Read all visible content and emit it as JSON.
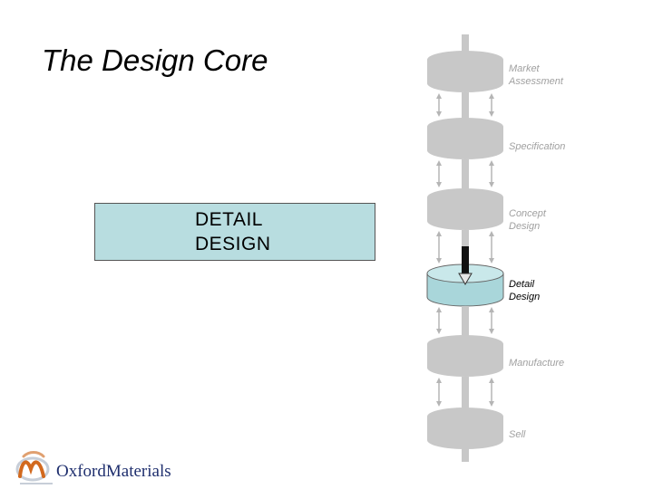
{
  "title": "The Design Core",
  "detail_box": {
    "line1": "DETAIL",
    "line2": "DESIGN"
  },
  "stages": [
    {
      "label1": "Market",
      "label2": "Assessment",
      "active": false
    },
    {
      "label1": "Specification",
      "label2": "",
      "active": false
    },
    {
      "label1": "Concept",
      "label2": "Design",
      "active": false
    },
    {
      "label1": "Detail",
      "label2": "Design",
      "active": true
    },
    {
      "label1": "Manufacture",
      "label2": "",
      "active": false
    },
    {
      "label1": "Sell",
      "label2": "",
      "active": false
    }
  ],
  "logo": {
    "part1": "Oxford",
    "part2": "Materials"
  },
  "colors": {
    "inactive_disc": "#c8c8c8",
    "active_disc_top": "#c9e8ea",
    "active_disc_side": "#a9d6da",
    "detail_box_fill": "#b8dde0",
    "logo_text": "#1f2f6e",
    "logo_accent": "#d2691e"
  }
}
